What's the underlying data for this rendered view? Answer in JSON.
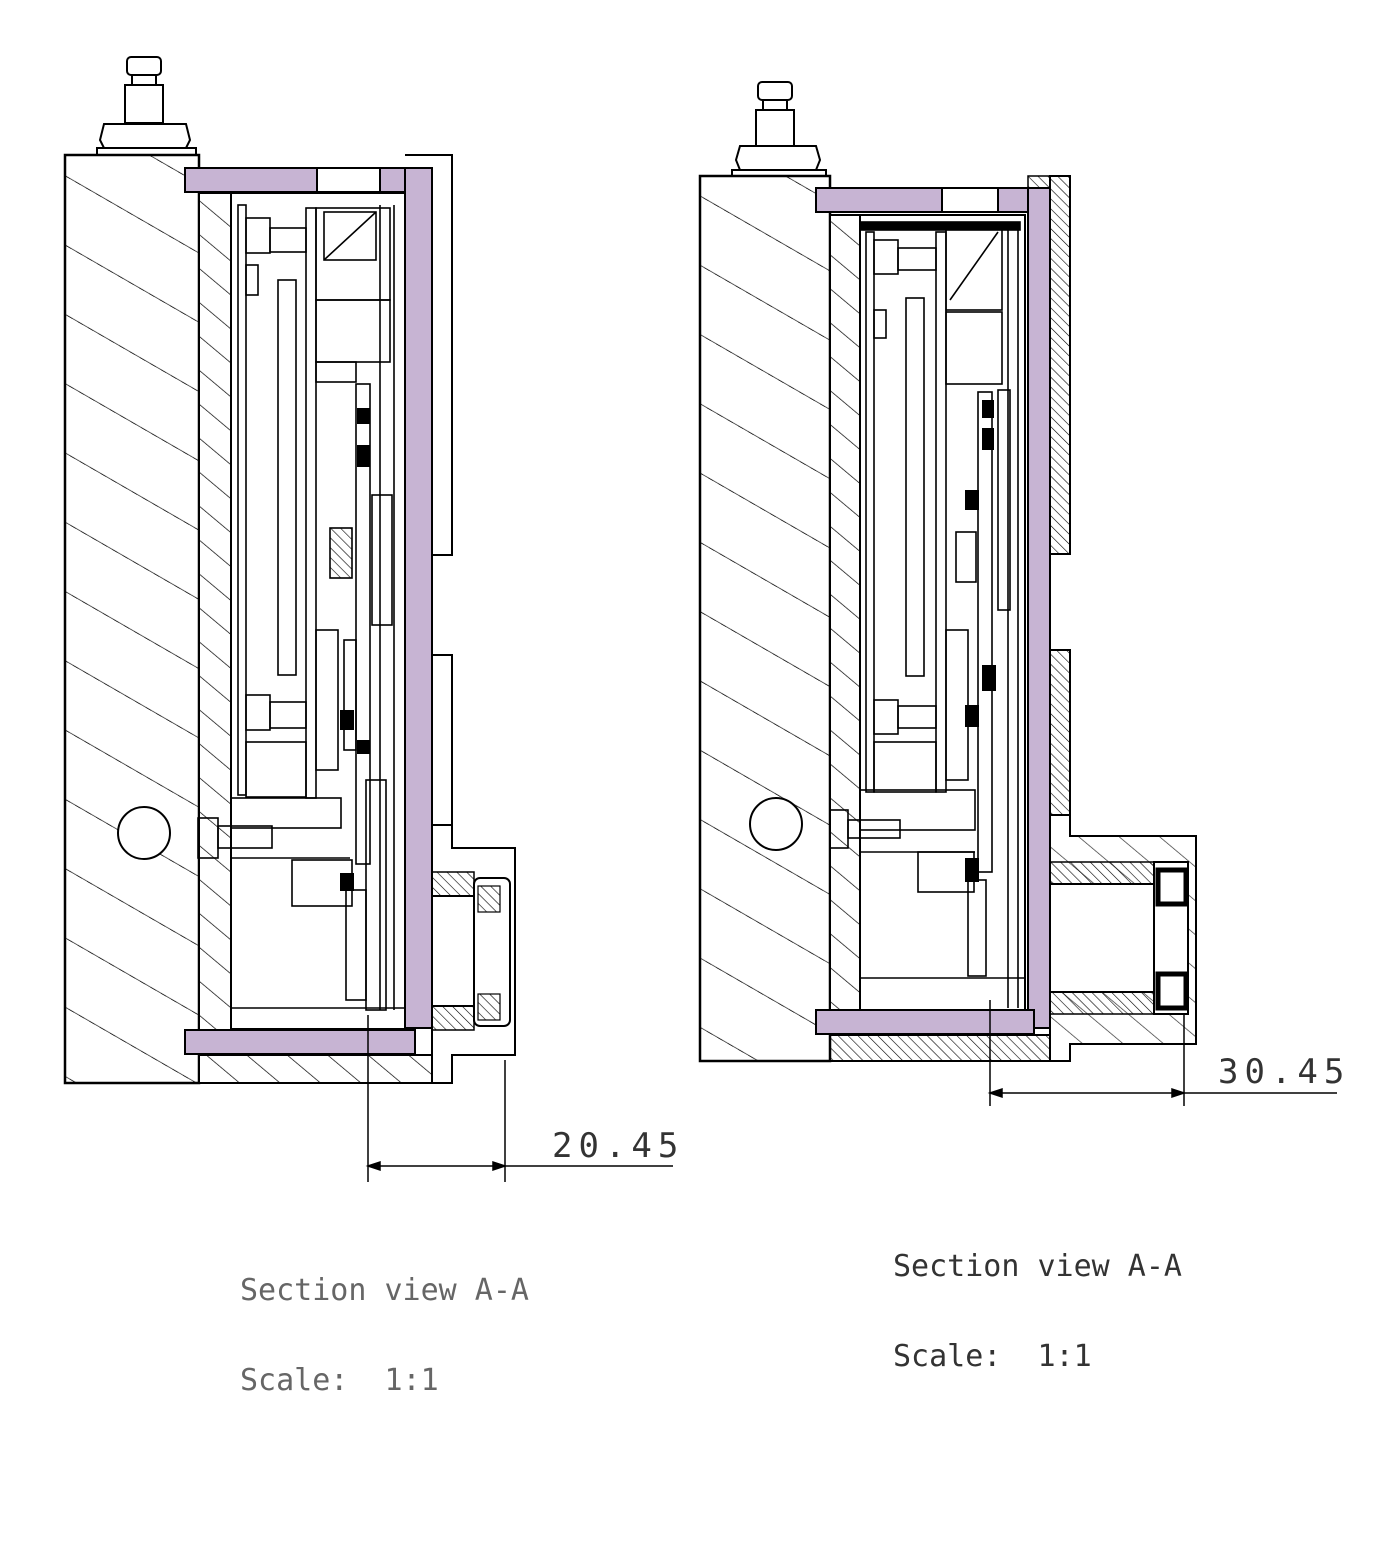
{
  "views": [
    {
      "id": "left",
      "dimension": "20.45",
      "caption_title": "Section view A-A",
      "caption_scale": "Scale:  1:1"
    },
    {
      "id": "right",
      "dimension": "30.45",
      "caption_title": "Section view A-A",
      "caption_scale": "Scale:  1:1"
    }
  ],
  "colors": {
    "line": "#000000",
    "highlight": "#c7b4d3",
    "background": "#ffffff"
  }
}
